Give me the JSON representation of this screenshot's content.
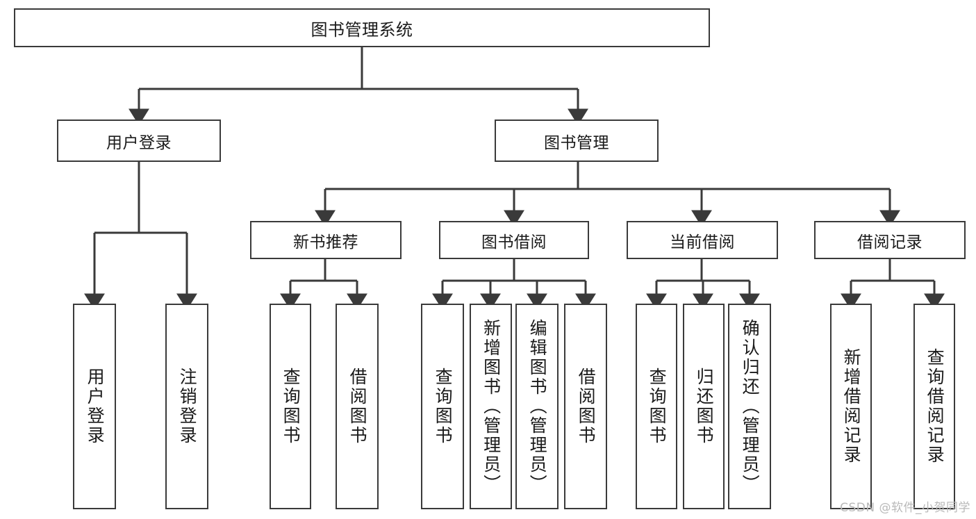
{
  "diagram": {
    "title_node": "图书管理系统",
    "watermark": "CSDN @软件_小贺同学",
    "line_color": "#3a3a3a",
    "text_color": "#1a1a1a",
    "background": "#ffffff",
    "levels": {
      "level1": [
        {
          "id": "user_login",
          "label": "用户登录"
        },
        {
          "id": "book_manage",
          "label": "图书管理"
        }
      ],
      "level2": [
        {
          "id": "new_book_rec",
          "label": "新书推荐",
          "parent": "book_manage"
        },
        {
          "id": "book_borrow",
          "label": "图书借阅",
          "parent": "book_manage"
        },
        {
          "id": "current_borrow",
          "label": "当前借阅",
          "parent": "book_manage"
        },
        {
          "id": "borrow_record",
          "label": "借阅记录",
          "parent": "book_manage"
        }
      ],
      "leaves": [
        {
          "id": "leaf_user_login",
          "label": "用户登录",
          "parent": "user_login"
        },
        {
          "id": "leaf_logout",
          "label": "注销登录",
          "parent": "user_login"
        },
        {
          "id": "leaf_query_book_1",
          "label": "查询图书",
          "parent": "new_book_rec"
        },
        {
          "id": "leaf_borrow_book_1",
          "label": "借阅图书",
          "parent": "new_book_rec"
        },
        {
          "id": "leaf_query_book_2",
          "label": "查询图书",
          "parent": "book_borrow"
        },
        {
          "id": "leaf_add_book",
          "label": "新增图书（管理员）",
          "parent": "book_borrow"
        },
        {
          "id": "leaf_edit_book",
          "label": "编辑图书（管理员）",
          "parent": "book_borrow"
        },
        {
          "id": "leaf_borrow_book_2",
          "label": "借阅图书",
          "parent": "book_borrow"
        },
        {
          "id": "leaf_query_book_3",
          "label": "查询图书",
          "parent": "current_borrow"
        },
        {
          "id": "leaf_return_book",
          "label": "归还图书",
          "parent": "current_borrow"
        },
        {
          "id": "leaf_confirm_return",
          "label": "确认归还（管理员）",
          "parent": "current_borrow"
        },
        {
          "id": "leaf_add_record",
          "label": "新增借阅记录",
          "parent": "borrow_record"
        },
        {
          "id": "leaf_query_record",
          "label": "查询借阅记录",
          "parent": "borrow_record"
        }
      ]
    }
  }
}
